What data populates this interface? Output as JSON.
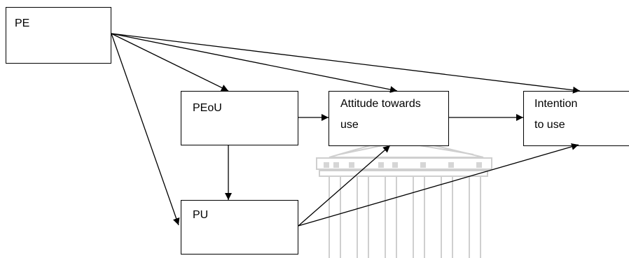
{
  "diagram": {
    "nodes": [
      {
        "id": "pe",
        "lines": [
          "PE"
        ]
      },
      {
        "id": "peou",
        "lines": [
          "PEoU"
        ]
      },
      {
        "id": "pu",
        "lines": [
          "PU"
        ]
      },
      {
        "id": "attitude",
        "lines": [
          "Attitude towards",
          "use"
        ]
      },
      {
        "id": "intention",
        "lines": [
          "Intention",
          "to use"
        ]
      }
    ],
    "edges": [
      {
        "from": "pe",
        "to": "peou"
      },
      {
        "from": "pe",
        "to": "attitude"
      },
      {
        "from": "pe",
        "to": "intention"
      },
      {
        "from": "pe",
        "to": "pu"
      },
      {
        "from": "peou",
        "to": "attitude"
      },
      {
        "from": "peou",
        "to": "pu"
      },
      {
        "from": "attitude",
        "to": "intention"
      },
      {
        "from": "pu",
        "to": "attitude"
      },
      {
        "from": "pu",
        "to": "intention"
      }
    ]
  },
  "colors": {
    "line": "#000000",
    "box": "#000000",
    "watermark": "#c9c9c9"
  }
}
